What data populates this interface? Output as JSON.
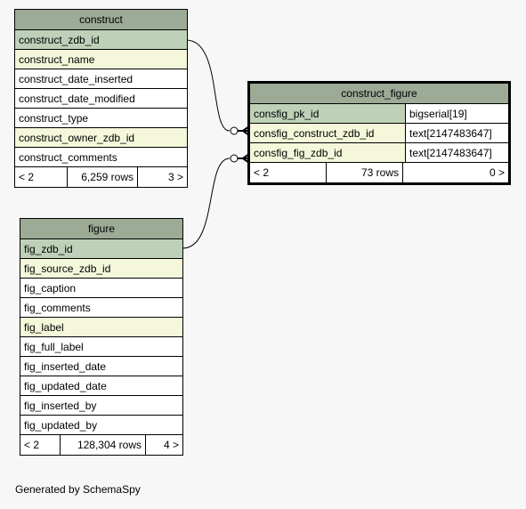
{
  "tables": {
    "construct": {
      "title": "construct",
      "columns": [
        {
          "name": "construct_zdb_id",
          "kind": "pk"
        },
        {
          "name": "construct_name",
          "kind": "fk"
        },
        {
          "name": "construct_date_inserted",
          "kind": "plain"
        },
        {
          "name": "construct_date_modified",
          "kind": "plain"
        },
        {
          "name": "construct_type",
          "kind": "plain"
        },
        {
          "name": "construct_owner_zdb_id",
          "kind": "fk"
        },
        {
          "name": "construct_comments",
          "kind": "plain"
        }
      ],
      "footer": {
        "parents": "< 2",
        "rows": "6,259 rows",
        "children": "3 >"
      }
    },
    "construct_figure": {
      "title": "construct_figure",
      "columns": [
        {
          "name": "consfig_pk_id",
          "type": "bigserial[19]",
          "kind": "pk"
        },
        {
          "name": "consfig_construct_zdb_id",
          "type": "text[2147483647]",
          "kind": "fk"
        },
        {
          "name": "consfig_fig_zdb_id",
          "type": "text[2147483647]",
          "kind": "fk"
        }
      ],
      "footer": {
        "parents": "< 2",
        "rows": "73 rows",
        "children": "0 >"
      }
    },
    "figure": {
      "title": "figure",
      "columns": [
        {
          "name": "fig_zdb_id",
          "kind": "pk"
        },
        {
          "name": "fig_source_zdb_id",
          "kind": "fk"
        },
        {
          "name": "fig_caption",
          "kind": "plain"
        },
        {
          "name": "fig_comments",
          "kind": "plain"
        },
        {
          "name": "fig_label",
          "kind": "fk"
        },
        {
          "name": "fig_full_label",
          "kind": "plain"
        },
        {
          "name": "fig_inserted_date",
          "kind": "plain"
        },
        {
          "name": "fig_updated_date",
          "kind": "plain"
        },
        {
          "name": "fig_inserted_by",
          "kind": "plain"
        },
        {
          "name": "fig_updated_by",
          "kind": "plain"
        }
      ],
      "footer": {
        "parents": "< 2",
        "rows": "128,304 rows",
        "children": "4 >"
      }
    }
  },
  "caption": "Generated by SchemaSpy",
  "colors": {
    "header": "#9caa96",
    "primary_key_row": "#bed1b8",
    "indexed_row": "#f4f7da",
    "background": "#f7f7f7"
  }
}
